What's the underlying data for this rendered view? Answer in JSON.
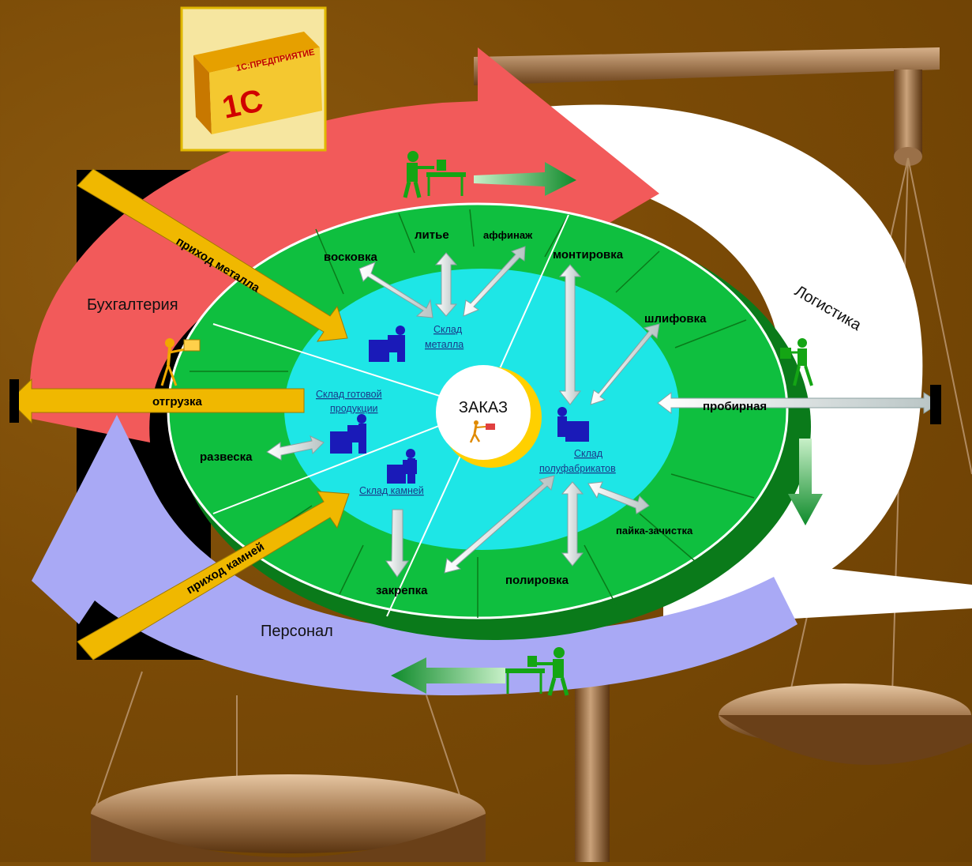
{
  "product_box": {
    "brand": "1С",
    "name": "1С:ПРЕДПРИЯТИЕ"
  },
  "departments": {
    "accounting": "Бухгалтерия",
    "logistics": "Логистика",
    "personnel": "Персонал"
  },
  "flows": {
    "metal_in": "приход металла",
    "stones_in": "приход камней",
    "shipment": "отгрузка",
    "assay": "пробирная"
  },
  "stages": {
    "wax": "восковка",
    "casting": "литье",
    "refining": "аффинаж",
    "mounting": "монтировка",
    "grinding": "шлифовка",
    "soldering": "пайка-зачистка",
    "polishing": "полировка",
    "setting": "закрепка",
    "weighing": "развеска"
  },
  "warehouses": {
    "metal_1": "Склад",
    "metal_2": "металла",
    "finished_1": "Склад готовой",
    "finished_2": "продукции",
    "stones": "Склад камней",
    "semi_1": "Склад",
    "semi_2": "полуфабрикатов"
  },
  "center": {
    "order": "ЗАКАЗ"
  },
  "icons": [
    "scale-icon",
    "worker-icon",
    "conveyor-icon",
    "forklift-icon",
    "courier-icon",
    "green-arrow-icon",
    "double-arrow-icon"
  ],
  "colors": {
    "background": "#7a4a06",
    "red_arrow": "#f25a5a",
    "blue_arrow": "#a9a9f5",
    "white_arrow": "#ffffff",
    "ring_green": "#0fbf3f",
    "inner_cyan": "#1ee6e6",
    "yellow_arrow": "#f0b800",
    "figure_blue": "#1a1ab8",
    "figure_green": "#14a514"
  }
}
